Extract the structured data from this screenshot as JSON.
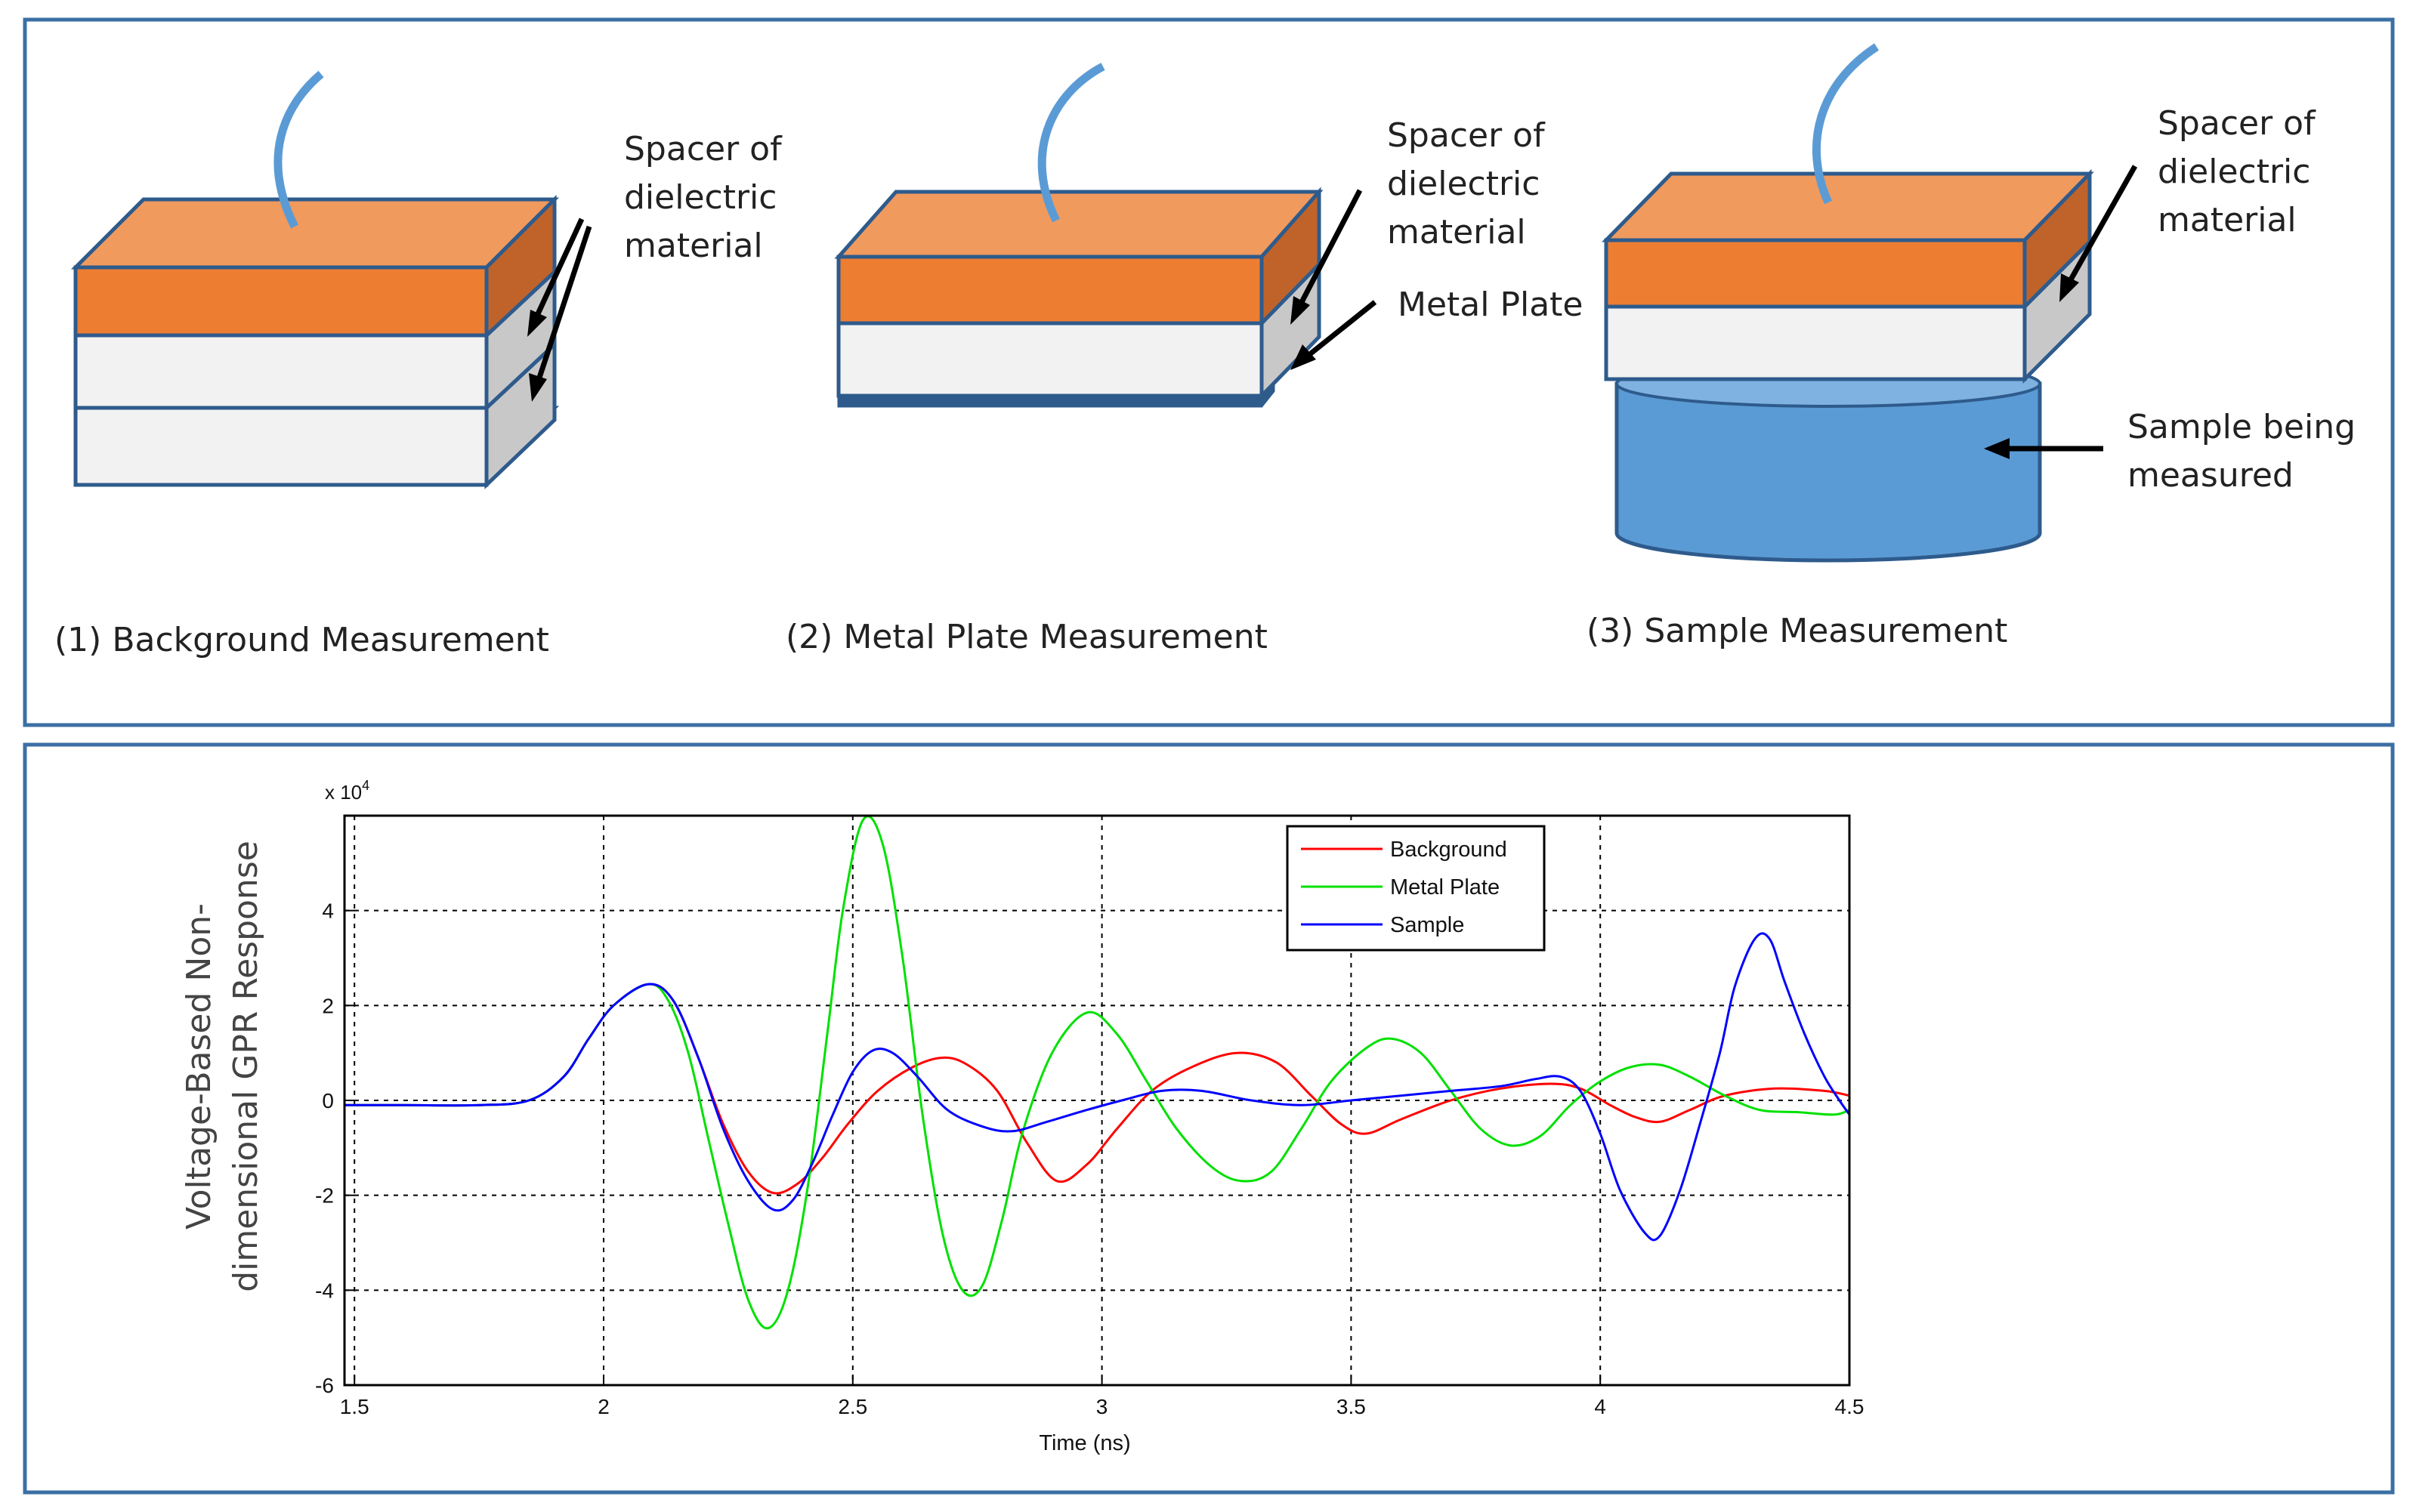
{
  "diagram": {
    "panels": [
      {
        "caption": "(1) Background Measurement",
        "labels": [
          "Spacer of",
          "dielectric",
          "material"
        ]
      },
      {
        "caption": "(2) Metal Plate Measurement",
        "labels": [
          "Spacer of",
          "dielectric",
          "material"
        ],
        "extra_label": "Metal Plate"
      },
      {
        "caption": "(3) Sample Measurement",
        "labels": [
          "Spacer of",
          "dielectric",
          "material"
        ],
        "sample_label": [
          "Sample being",
          "measured"
        ]
      }
    ],
    "colors": {
      "orange_front": "#ED7D31",
      "orange_top": "#F09A5E",
      "orange_side": "#C0632A",
      "spacer_front": "#F2F2F2",
      "spacer_side": "#C8C8C8",
      "outline": "#2E5B8C",
      "cable": "#5B9BD5",
      "metal": "#2E5B8C",
      "sample": "#5B9BD5",
      "frame": "#3B6FA5"
    }
  },
  "chart_data": {
    "type": "line",
    "exponent_label": "x 10",
    "exponent_sup": "4",
    "xlabel": "Time (ns)",
    "ylabel": [
      "Voltage-Based Non-",
      "dimensional GPR Response"
    ],
    "xlim": [
      1.48,
      4.5
    ],
    "ylim": [
      -6,
      6
    ],
    "x_ticks": [
      1.5,
      2,
      2.5,
      3,
      3.5,
      4,
      4.5
    ],
    "x_tick_labels": [
      "1.5",
      "2",
      "2.5",
      "3",
      "3.5",
      "4",
      "4.5"
    ],
    "y_ticks": [
      -6,
      -4,
      -2,
      0,
      2,
      4
    ],
    "y_tick_labels": [
      "-6",
      "-4",
      "-2",
      "0",
      "2",
      "4"
    ],
    "grid": true,
    "legend_position": "top-right",
    "series": [
      {
        "name": "Background",
        "color": "#FF0000",
        "points": [
          [
            1.48,
            -0.1
          ],
          [
            1.6,
            -0.1
          ],
          [
            1.75,
            -0.1
          ],
          [
            1.85,
            0.0
          ],
          [
            1.92,
            0.5
          ],
          [
            1.97,
            1.3
          ],
          [
            2.02,
            2.0
          ],
          [
            2.09,
            2.45
          ],
          [
            2.14,
            2.1
          ],
          [
            2.19,
            0.9
          ],
          [
            2.24,
            -0.5
          ],
          [
            2.29,
            -1.5
          ],
          [
            2.34,
            -1.95
          ],
          [
            2.39,
            -1.75
          ],
          [
            2.44,
            -1.2
          ],
          [
            2.49,
            -0.5
          ],
          [
            2.55,
            0.2
          ],
          [
            2.62,
            0.7
          ],
          [
            2.68,
            0.9
          ],
          [
            2.73,
            0.75
          ],
          [
            2.79,
            0.2
          ],
          [
            2.85,
            -0.9
          ],
          [
            2.91,
            -1.7
          ],
          [
            2.97,
            -1.35
          ],
          [
            3.03,
            -0.6
          ],
          [
            3.1,
            0.2
          ],
          [
            3.18,
            0.7
          ],
          [
            3.27,
            1.0
          ],
          [
            3.35,
            0.8
          ],
          [
            3.42,
            0.1
          ],
          [
            3.48,
            -0.5
          ],
          [
            3.53,
            -0.7
          ],
          [
            3.6,
            -0.4
          ],
          [
            3.7,
            0.0
          ],
          [
            3.8,
            0.25
          ],
          [
            3.9,
            0.35
          ],
          [
            3.96,
            0.25
          ],
          [
            4.02,
            -0.1
          ],
          [
            4.07,
            -0.35
          ],
          [
            4.12,
            -0.45
          ],
          [
            4.18,
            -0.2
          ],
          [
            4.25,
            0.1
          ],
          [
            4.35,
            0.25
          ],
          [
            4.45,
            0.2
          ],
          [
            4.5,
            0.1
          ]
        ]
      },
      {
        "name": "Metal Plate",
        "color": "#00E000",
        "points": [
          [
            1.48,
            -0.1
          ],
          [
            1.6,
            -0.1
          ],
          [
            1.75,
            -0.1
          ],
          [
            1.85,
            0.0
          ],
          [
            1.92,
            0.5
          ],
          [
            1.97,
            1.3
          ],
          [
            2.02,
            2.0
          ],
          [
            2.09,
            2.45
          ],
          [
            2.13,
            2.1
          ],
          [
            2.17,
            1.0
          ],
          [
            2.21,
            -0.8
          ],
          [
            2.25,
            -2.6
          ],
          [
            2.29,
            -4.2
          ],
          [
            2.33,
            -4.8
          ],
          [
            2.37,
            -4.0
          ],
          [
            2.41,
            -1.8
          ],
          [
            2.45,
            1.5
          ],
          [
            2.48,
            4.0
          ],
          [
            2.52,
            5.9
          ],
          [
            2.56,
            5.4
          ],
          [
            2.6,
            3.0
          ],
          [
            2.64,
            -0.3
          ],
          [
            2.68,
            -2.8
          ],
          [
            2.72,
            -4.0
          ],
          [
            2.76,
            -3.9
          ],
          [
            2.8,
            -2.5
          ],
          [
            2.84,
            -0.7
          ],
          [
            2.9,
            1.0
          ],
          [
            2.97,
            1.85
          ],
          [
            3.03,
            1.4
          ],
          [
            3.09,
            0.4
          ],
          [
            3.15,
            -0.6
          ],
          [
            3.22,
            -1.4
          ],
          [
            3.28,
            -1.7
          ],
          [
            3.34,
            -1.5
          ],
          [
            3.4,
            -0.6
          ],
          [
            3.46,
            0.4
          ],
          [
            3.53,
            1.1
          ],
          [
            3.58,
            1.3
          ],
          [
            3.64,
            1.0
          ],
          [
            3.7,
            0.2
          ],
          [
            3.76,
            -0.6
          ],
          [
            3.82,
            -0.95
          ],
          [
            3.88,
            -0.75
          ],
          [
            3.94,
            -0.1
          ],
          [
            4.0,
            0.4
          ],
          [
            4.06,
            0.7
          ],
          [
            4.12,
            0.75
          ],
          [
            4.18,
            0.5
          ],
          [
            4.25,
            0.1
          ],
          [
            4.32,
            -0.2
          ],
          [
            4.4,
            -0.25
          ],
          [
            4.47,
            -0.3
          ],
          [
            4.5,
            -0.2
          ]
        ]
      },
      {
        "name": "Sample",
        "color": "#0000FF",
        "points": [
          [
            1.48,
            -0.1
          ],
          [
            1.6,
            -0.1
          ],
          [
            1.75,
            -0.1
          ],
          [
            1.85,
            0.0
          ],
          [
            1.92,
            0.5
          ],
          [
            1.97,
            1.3
          ],
          [
            2.02,
            2.0
          ],
          [
            2.09,
            2.45
          ],
          [
            2.14,
            2.1
          ],
          [
            2.19,
            0.9
          ],
          [
            2.24,
            -0.6
          ],
          [
            2.29,
            -1.7
          ],
          [
            2.34,
            -2.3
          ],
          [
            2.38,
            -2.1
          ],
          [
            2.42,
            -1.3
          ],
          [
            2.46,
            -0.3
          ],
          [
            2.5,
            0.6
          ],
          [
            2.54,
            1.05
          ],
          [
            2.58,
            1.0
          ],
          [
            2.63,
            0.5
          ],
          [
            2.69,
            -0.2
          ],
          [
            2.76,
            -0.55
          ],
          [
            2.82,
            -0.65
          ],
          [
            2.89,
            -0.45
          ],
          [
            2.97,
            -0.2
          ],
          [
            3.04,
            0.0
          ],
          [
            3.12,
            0.2
          ],
          [
            3.2,
            0.2
          ],
          [
            3.3,
            0.0
          ],
          [
            3.4,
            -0.1
          ],
          [
            3.5,
            0.0
          ],
          [
            3.6,
            0.1
          ],
          [
            3.7,
            0.2
          ],
          [
            3.8,
            0.3
          ],
          [
            3.87,
            0.45
          ],
          [
            3.92,
            0.5
          ],
          [
            3.96,
            0.2
          ],
          [
            4.0,
            -0.7
          ],
          [
            4.04,
            -1.9
          ],
          [
            4.09,
            -2.8
          ],
          [
            4.12,
            -2.85
          ],
          [
            4.16,
            -1.9
          ],
          [
            4.2,
            -0.5
          ],
          [
            4.24,
            1.0
          ],
          [
            4.27,
            2.4
          ],
          [
            4.31,
            3.4
          ],
          [
            4.34,
            3.4
          ],
          [
            4.37,
            2.5
          ],
          [
            4.41,
            1.4
          ],
          [
            4.45,
            0.5
          ],
          [
            4.48,
            0.0
          ],
          [
            4.5,
            -0.3
          ]
        ]
      }
    ]
  }
}
